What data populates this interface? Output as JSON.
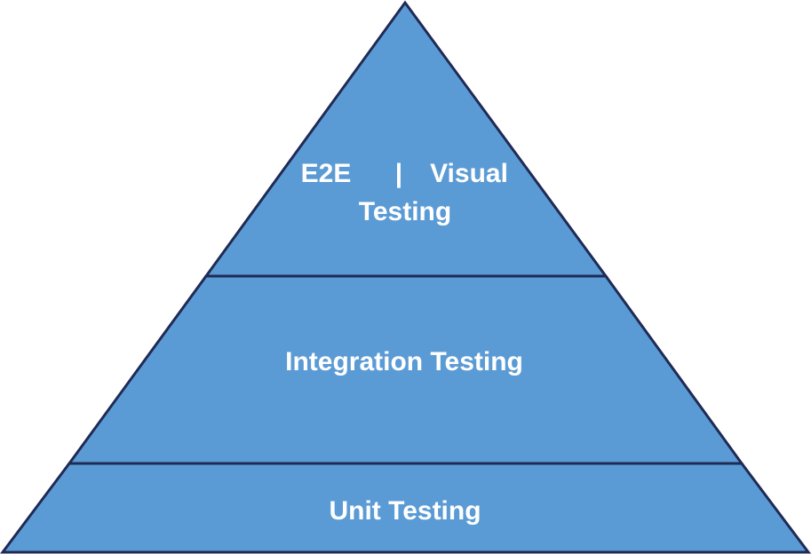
{
  "diagram": {
    "colors": {
      "fill": "#5b9bd5",
      "stroke": "#1f2a55",
      "text": "#ffffff"
    },
    "tiers": [
      {
        "id": "top",
        "line1_left": "E2E",
        "line1_separator": "|",
        "line1_right": "Visual",
        "line2": "Testing"
      },
      {
        "id": "middle",
        "label": "Integration Testing"
      },
      {
        "id": "bottom",
        "label": "Unit Testing"
      }
    ]
  }
}
